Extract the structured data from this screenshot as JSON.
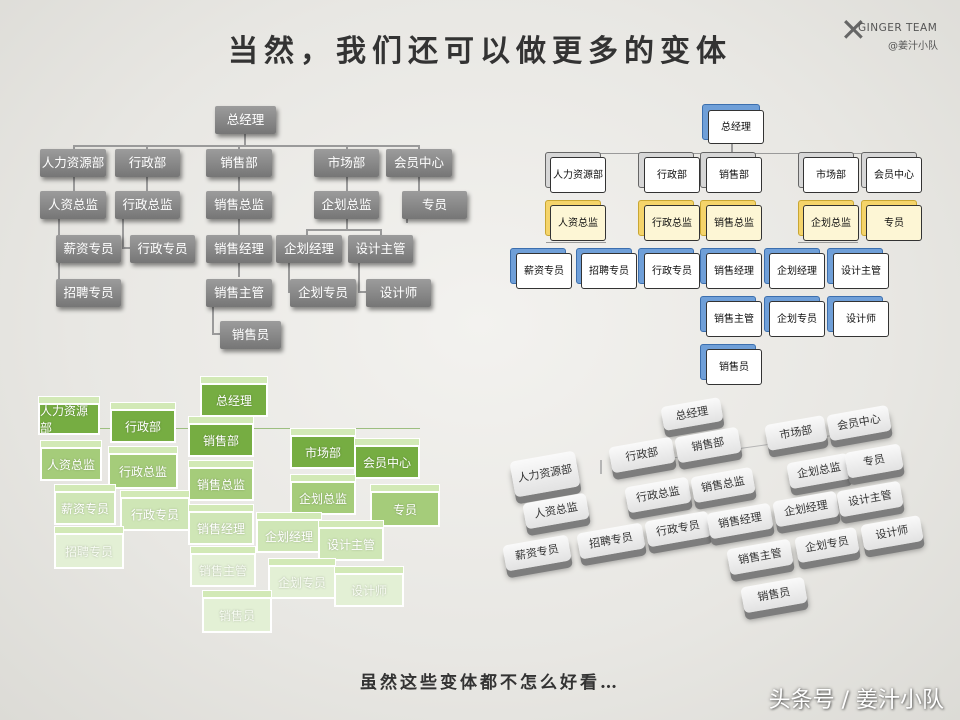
{
  "header": {
    "title": "当然，我们还可以做更多的变体"
  },
  "footer": {
    "caption": "虽然这些变体都不怎么好看…",
    "watermark": "头条号 / 姜汁小队"
  },
  "logo": {
    "brand": "GINGER TEAM",
    "handle": "@姜汁小队"
  },
  "org": {
    "ceo": "总经理",
    "hr": "人力资源部",
    "admin": "行政部",
    "sales": "销售部",
    "market": "市场部",
    "member": "会员中心",
    "hr_director": "人资总监",
    "admin_director": "行政总监",
    "sales_director": "销售总监",
    "plan_director": "企划总监",
    "specialist": "专员",
    "salary_specialist": "薪资专员",
    "recruit_specialist": "招聘专员",
    "admin_specialist": "行政专员",
    "sales_manager": "销售经理",
    "plan_manager": "企划经理",
    "design_lead": "设计主管",
    "sales_lead": "销售主管",
    "plan_specialist": "企划专员",
    "designer": "设计师",
    "salesperson": "销售员"
  },
  "colors": {
    "flat_gray": "#878787",
    "accent_yellow": "#f5d46a",
    "accent_blue": "#6f9fd8",
    "green_dark": "#76ad42",
    "green_light": "#cfe6b6",
    "key_gray": "#e8e8e8"
  },
  "icons": {
    "logo": "ginger-figure-icon"
  }
}
